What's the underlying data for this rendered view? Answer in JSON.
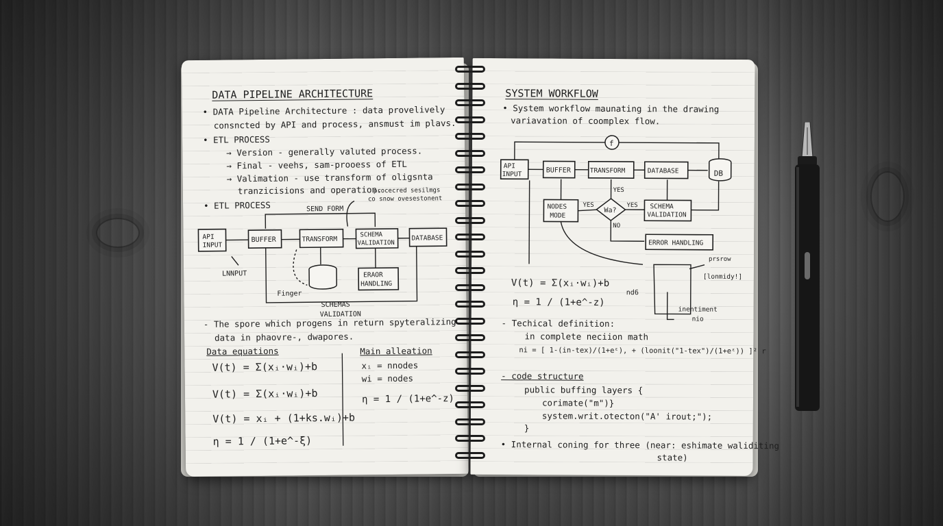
{
  "left_page": {
    "title": "DATA PIPELINE ARCHITECTURE",
    "bullets": [
      "• DATA Pipeline Architecture : data provelively",
      "consncted by API and process, ansmust im plavs.",
      "• ETL PROCESS",
      "→ Version - generally valuted process.",
      "→ Final - veehs, sam-prooess of ETL",
      "→ Valimation - use transform of oligsnta",
      "tranzicisions and operation.",
      "• ETL PROCESS"
    ],
    "diagram": {
      "send_form": "SEND FORM",
      "note": [
        "procecred sesilmgs",
        "co snow ovesestonent"
      ],
      "nodes": [
        "API INPUT",
        "BUFFER",
        "TRANSFORM",
        "SCHEMA VALIDATION",
        "DATABASE",
        "ERAOR HANDLING"
      ],
      "labels": [
        "LNNPUT",
        "Finger",
        "SCHEMAS",
        "VALIDATION"
      ]
    },
    "paragraph": [
      "- The spore which progens in return spyteralizing",
      "data in phaovre-, dwapores."
    ],
    "equations_title": "Data equations",
    "equations": [
      "V(t) = Σ(xᵢ·wᵢ)+b",
      "V(t) = Σ(xᵢ·wᵢ)+b",
      "V(t) = xᵢ + (1+ks.wᵢ)+b",
      "η = 1 / (1+e^-ξ)"
    ],
    "main_title": "Main alleation",
    "main_lines": [
      "xᵢ = nnodes",
      "wi = nodes",
      "η = 1 / (1+e^-z)"
    ]
  },
  "right_page": {
    "title": "SYSTEM WORKFLOW",
    "intro": [
      "• System workflow maunating in the drawing",
      "variavation of coomplex flow."
    ],
    "diagram": {
      "nodes": [
        "API INPUT",
        "BUFFER",
        "TRANSFORM",
        "DATABASE",
        "DB",
        "NODES MODE",
        "SCHEMA VALIDATION",
        "ERROR HANDLING"
      ],
      "decision": "Wa?",
      "labels": [
        "f",
        "YES",
        "YES",
        "YES",
        "NO",
        "prsrow",
        "[lonmidy!]",
        "nd6",
        "inentiment nio"
      ]
    },
    "equations": [
      "V(t) = Σ(xᵢ·wᵢ)+b",
      "η = 1 / (1+e^-z)"
    ],
    "tech_title": "- Techical definition:",
    "tech_line": "in complete neciion math",
    "tech_formula": "ni = [ 1-(in-tex)/(1+eᵋ), + (loonit(\"1-tex\")/(1+eᵋ)) ]² r",
    "code_title": "- code structure",
    "code_lines": [
      "public buffing layers {",
      "corimate(\"m\")}",
      "system.writ.otecton(\"A' irout;\");",
      "}"
    ],
    "footer": [
      "• Internal coning for three (near: eshimate waliditing",
      "state)"
    ]
  }
}
